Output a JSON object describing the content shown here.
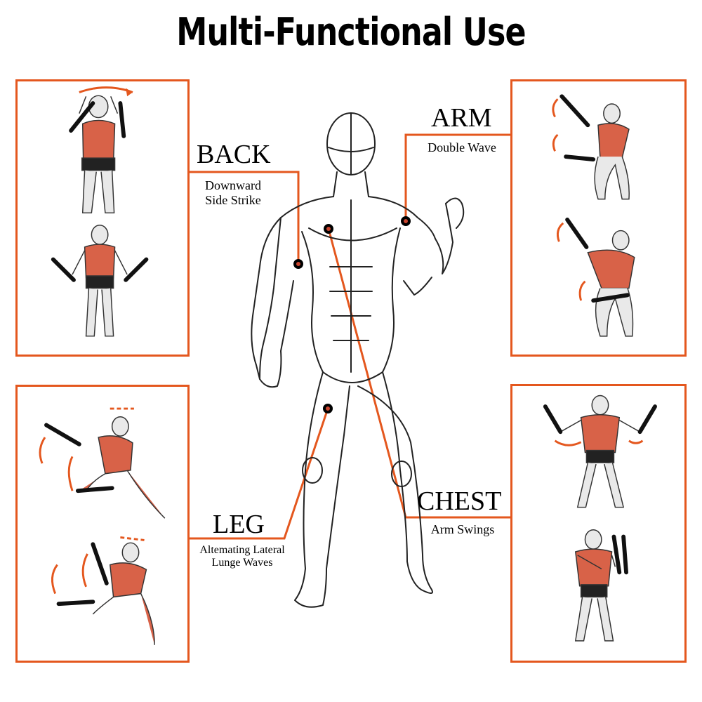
{
  "title": "Multi-Functional Use",
  "colors": {
    "accent": "#e4571e",
    "muscle": "#c9452f",
    "ink": "#222222"
  },
  "sections": {
    "back": {
      "name": "BACK",
      "line1": "Downward",
      "line2": "Side Strike"
    },
    "arm": {
      "name": "ARM",
      "line1": "Double Wave"
    },
    "leg": {
      "name": "LEG",
      "line1": "Altemating Lateral",
      "line2": "Lunge Waves"
    },
    "chest": {
      "name": "CHEST",
      "line1": "Arm Swings"
    }
  },
  "illustrations": [
    "back-exercise-illustration",
    "arm-exercise-illustration",
    "leg-exercise-illustration",
    "chest-exercise-illustration",
    "anatomy-figure-illustration"
  ]
}
